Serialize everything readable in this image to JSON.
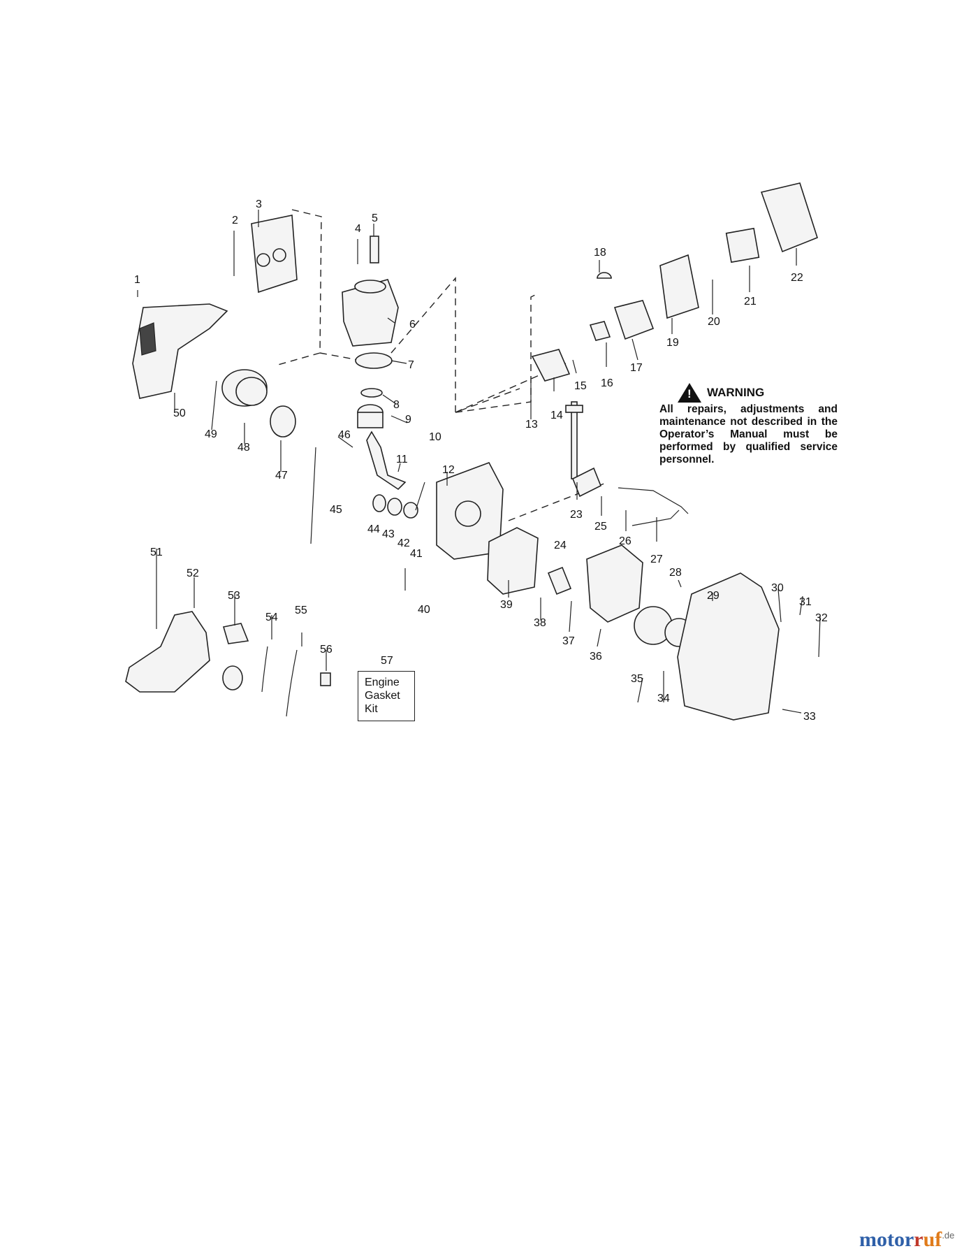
{
  "labels": [
    "1",
    "2",
    "3",
    "4",
    "5",
    "6",
    "7",
    "8",
    "9",
    "10",
    "11",
    "12",
    "13",
    "14",
    "15",
    "16",
    "17",
    "18",
    "19",
    "20",
    "21",
    "22",
    "23",
    "24",
    "25",
    "26",
    "27",
    "28",
    "29",
    "30",
    "31",
    "32",
    "33",
    "34",
    "35",
    "36",
    "37",
    "38",
    "39",
    "40",
    "41",
    "42",
    "43",
    "44",
    "45",
    "46",
    "47",
    "48",
    "49",
    "50",
    "51",
    "52",
    "53",
    "54",
    "55",
    "56",
    "57"
  ],
  "warning": {
    "title": "WARNING",
    "message": "All repairs, adjustments and maintenance not described in the Operator’s Manual must be performed by qualified service personnel."
  },
  "kit": {
    "line1": "Engine",
    "line2": "Gasket",
    "line3": "Kit"
  },
  "watermark": {
    "brand_a": "motor",
    "brand_b": "uf",
    "brand_r": "r",
    "tld": ".de"
  }
}
